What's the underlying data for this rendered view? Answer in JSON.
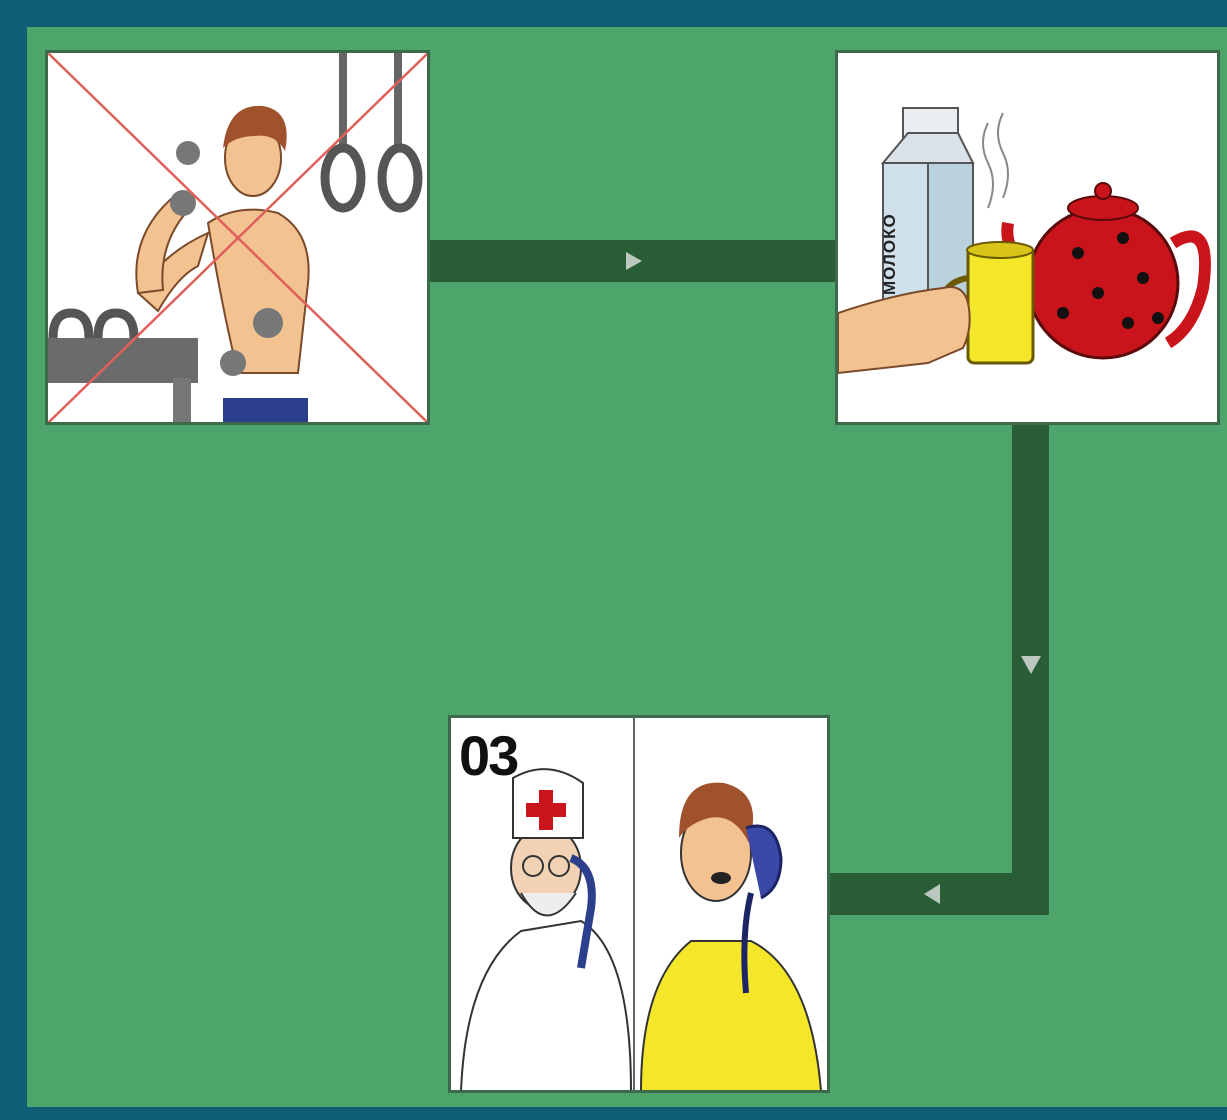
{
  "colors": {
    "frame": "#0f5e78",
    "background": "#4da56b",
    "arrow_track": "#295d36",
    "arrow_head": "#bcc8bf",
    "card_border": "#3d6a4a"
  },
  "cards": {
    "exercise": {
      "icon": "crossed-out-exercise-icon"
    },
    "drinks": {
      "icon": "warm-drinks-icon",
      "carton_label": "МОЛОКО"
    },
    "call": {
      "icon": "doctor-phone-call-icon",
      "number_label": "03"
    }
  },
  "flow": [
    "exercise",
    "drinks",
    "call"
  ]
}
